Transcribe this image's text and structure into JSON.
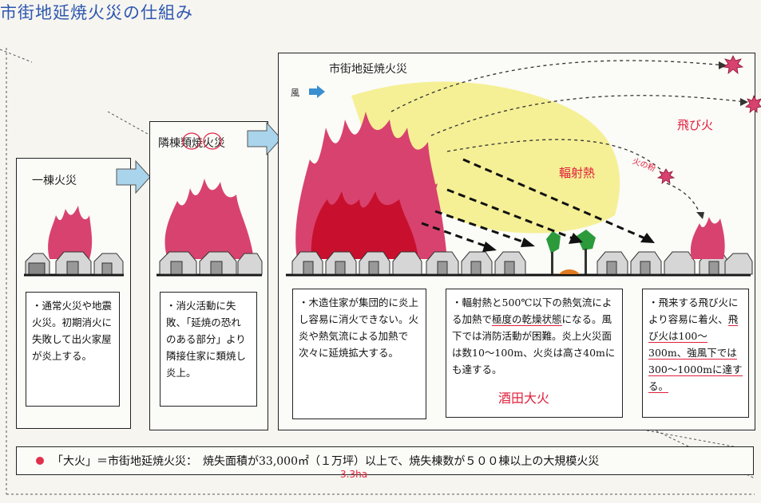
{
  "title": "市街地延焼火災の仕組み",
  "stages": [
    {
      "title": "一棟火災",
      "desc": "・通常火災や地震火災。初期消火に失敗して出火家屋が炎上する。"
    },
    {
      "title_parts": [
        "隣棟",
        "類焼",
        "火",
        "災"
      ],
      "desc": "・消火活動に失敗、「延焼の恐れのある部分」より隣接住家に類焼し炎上。"
    },
    {
      "title": "市街地延焼火災",
      "wind": "風"
    }
  ],
  "descs3": {
    "a": "・木造住家が集団的に炎上し容易に消火できない。火炎や熱気流による加熱で次々に延焼拡大する。",
    "b1": "・輻射熱と500℃以下の熱気流による加熱で",
    "b_under": "極度の乾燥状態",
    "b2": "になる。風下では消防活動が困難。炎上火災面は数10～100m、火炎は高さ40mにも達する。",
    "c1": "・飛来する飛び火により容易に着火、",
    "c_under": "飛び火は100～300m、強風下では300～1000mに達する。"
  },
  "labels": {
    "radiant_heat": "輻射熱",
    "flying_sparks": "飛び火",
    "hand_note_1": "酒田大火",
    "hand_note_2": "3.3ha",
    "hand_note_3": "火の粉"
  },
  "footer": {
    "text": "「大火」＝市街地延焼火災：　焼失面積が33,000㎡（１万坪）以上で、焼失棟数が５００棟以上の大規模火災"
  },
  "colors": {
    "title": "#2e57b0",
    "flame": "#d8426f",
    "flame_dark": "#c8102e",
    "heat": "#f4ee8a",
    "arrow": "#a9d4ec",
    "hand": "#e0203c"
  }
}
